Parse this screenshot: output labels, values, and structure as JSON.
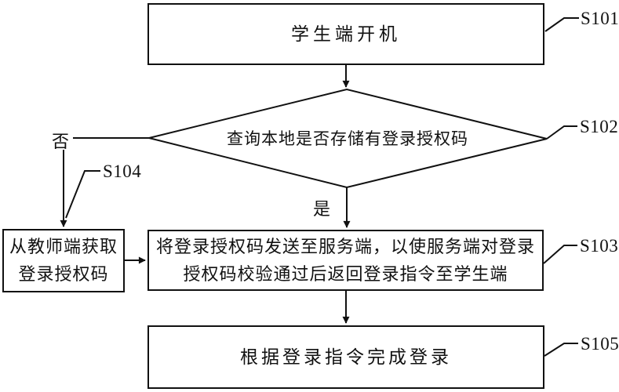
{
  "figure": {
    "background": "#ffffff",
    "line_color": "#111111"
  },
  "nodes": {
    "start": {
      "step": "S101",
      "label": "学生端开机"
    },
    "decision": {
      "step": "S102",
      "label": "查询本地是否存储有登录授权码"
    },
    "teacher": {
      "step": "S104",
      "line1": "从教师端获取",
      "line2": "登录授权码"
    },
    "send": {
      "step": "S103",
      "line1": "将登录授权码发送至服务端，以使服务端对登录",
      "line2": "授权码校验通过后返回登录指令至学生端"
    },
    "finish": {
      "step": "S105",
      "label": "根据登录指令完成登录"
    }
  },
  "edges": {
    "no_label": "否",
    "yes_label": "是"
  }
}
